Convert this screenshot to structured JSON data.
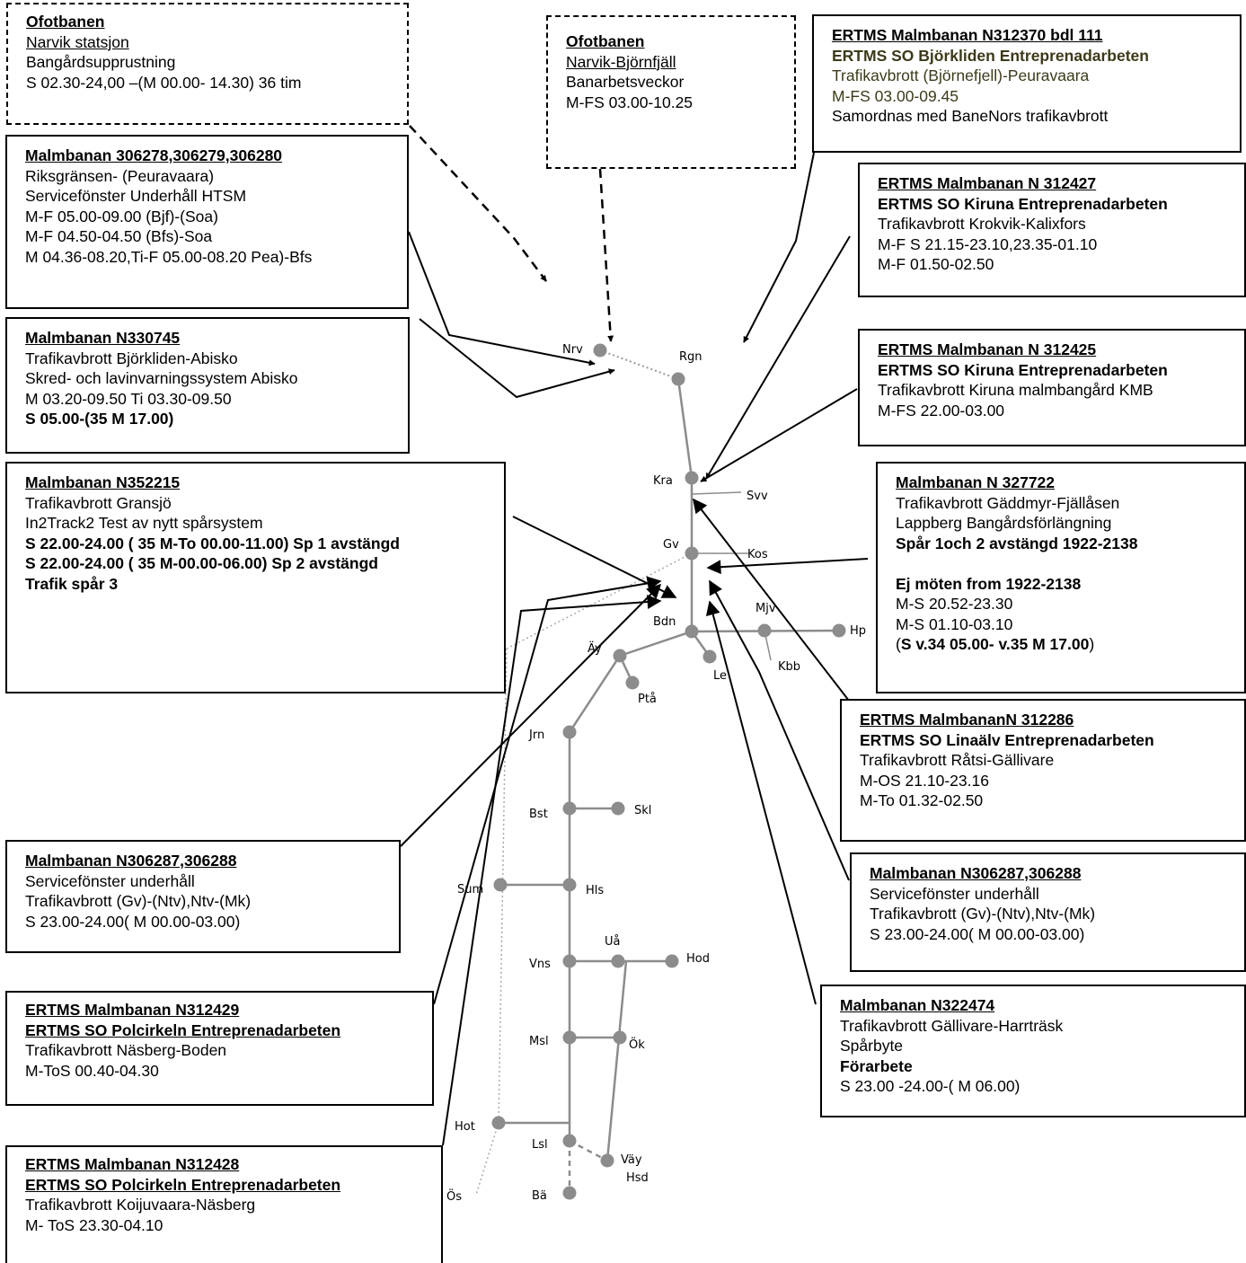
{
  "stations": {
    "nrv": "Nrv",
    "rgn": "Rgn",
    "kra": "Kra",
    "svv": "Svv",
    "gv": "Gv",
    "kos": "Kos",
    "bdn": "Bdn",
    "mjv": "Mjv",
    "hp": "Hp",
    "kbb": "Kbb",
    "le": "Le",
    "ay": "Äy",
    "pta": "Ptå",
    "jrn": "Jrn",
    "bst": "Bst",
    "skl": "Skl",
    "sum": "Sum",
    "hls": "Hls",
    "vns": "Vns",
    "ua": "Uå",
    "hod": "Hod",
    "msl": "Msl",
    "ok": "Ök",
    "hot": "Hot",
    "lsl": "Lsl",
    "vay": "Väy",
    "hsd": "Hsd",
    "os": "Ös",
    "ba": "Bä"
  },
  "boxes": {
    "b1": {
      "l1": "Ofotbanen",
      "l2": "Narvik  statsjon",
      "l3": "Bangårdsupprustning",
      "l4": " S 02.30-24,00 –(M 00.00- 14.30) 36 tim"
    },
    "b2": {
      "l1": "Ofotbanen",
      "l2": "Narvik-Björnfjäll",
      "l3": "Banarbetsveckor",
      "l4": "M-FS 03.00-10.25"
    },
    "b3": {
      "l1": "ERTMS Malmbanan N312370 bdl 111",
      "l2": "ERTMS SO Björkliden Entreprenadarbeten",
      "l3": "Trafikavbrott (Björnefjell)-Peuravaara",
      "l4": "M-FS 03.00-09.45",
      "l5": "Samordnas med BaneNors  trafikavbrott"
    },
    "b4": {
      "l1": "Malmbanan  306278,306279,306280",
      "l2": "Riksgränsen- (Peuravaara)",
      "l3": "Servicefönster Underhåll  HTSM",
      "l4": "M-F 05.00-09.00 (Bjf)-(Soa)",
      "l5": "M-F 04.50-04.50 (Bfs)-Soa",
      "l6": "M 04.36-08.20,Ti-F 05.00-08.20 Pea)-Bfs"
    },
    "b5": {
      "l1": "ERTMS Malmbanan N 312427",
      "l2": "ERTMS SO Kiruna Entreprenadarbeten",
      "l3": "Trafikavbrott Krokvik-Kalixfors",
      "l4": "M-F S  21.15-23.10,23.35-01.10",
      "l5": "M-F 01.50-02.50"
    },
    "b6": {
      "l1": "Malmbanan  N330745",
      "l2": "Trafikavbrott Björkliden-Abisko",
      "l3": "Skred- och lavinvarningssystem Abisko",
      "l4": " M 03.20-09.50 Ti 03.30-09.50",
      "l5": "S 05.00-(35 M 17.00)"
    },
    "b7": {
      "l1": "ERTMS Malmbanan N 312425",
      "l2": "ERTMS SO Kiruna Entreprenadarbeten",
      "l3": "Trafikavbrott Kiruna malmbangård KMB",
      "l4": "M-FS  22.00-03.00"
    },
    "b8": {
      "l1": "Malmbanan  N352215",
      "l2": "Trafikavbrott Gransjö",
      "l3": "In2Track2 Test av nytt spårsystem",
      "l4": "S 22.00-24.00 ( 35 M-To 00.00-11.00) Sp 1 avstängd",
      "l5": "S 22.00-24.00 ( 35 M-00.00-06.00) Sp 2 avstängd",
      "l6": "Trafik spår 3"
    },
    "b9": {
      "l1": "Malmbanan N 327722",
      "l2": "Trafikavbrott Gäddmyr-Fjällåsen",
      "l3": "Lappberg Bangårdsförlängning",
      "l4": "Spår 1och 2  avstängd  1922-2138",
      "l6": "Ej möten from 1922-2138",
      "l7": "M-S 20.52-23.30",
      "l8": "M-S 01.10-03.10",
      "l9a": "(",
      "l9b": "S v.34 05.00- v.35 M 17.00",
      "l9c": ")"
    },
    "b10": {
      "l1": "ERTMS MalmbananN 312286",
      "l2": "ERTMS SO Linaälv Entreprenadarbeten",
      "l3": "Trafikavbrott Råtsi-Gällivare",
      "l4": "M-OS 21.10-23.16",
      "l5": "M-To 01.32-02.50"
    },
    "b11": {
      "l1": "Malmbanan N306287,306288",
      "l2": "Servicefönster underhåll",
      "l3": "Trafikavbrott (Gv)-(Ntv),Ntv-(Mk)",
      "l4": " S 23.00-24.00( M 00.00-03.00)"
    },
    "b12": {
      "l1": "Malmbanan N306287,306288",
      "l2": "Servicefönster underhåll",
      "l3": "Trafikavbrott (Gv)-(Ntv),Ntv-(Mk)",
      "l4": " S 23.00-24.00( M 00.00-03.00)"
    },
    "b13": {
      "l1": "ERTMS Malmbanan N312429",
      "l2": "ERTMS SO Polcirkeln Entreprenadarbeten",
      "l3": "Trafikavbrott Näsberg-Boden",
      "l4": "M-ToS 00.40-04.30"
    },
    "b14": {
      "l1": "Malmbanan N322474",
      "l2": "Trafikavbrott Gällivare-Harrträsk",
      "l3": "Spårbyte",
      "l4": "Förarbete",
      "l5": "S 23.00 -24.00-( M 06.00)"
    },
    "b15": {
      "l1": "ERTMS Malmbanan N312428",
      "l2": "ERTMS SO Polcirkeln Entreprenadarbeten",
      "l3": "Trafikavbrott Koijuvaara-Näsberg",
      "l4": "M- ToS 23.30-04.10"
    }
  }
}
